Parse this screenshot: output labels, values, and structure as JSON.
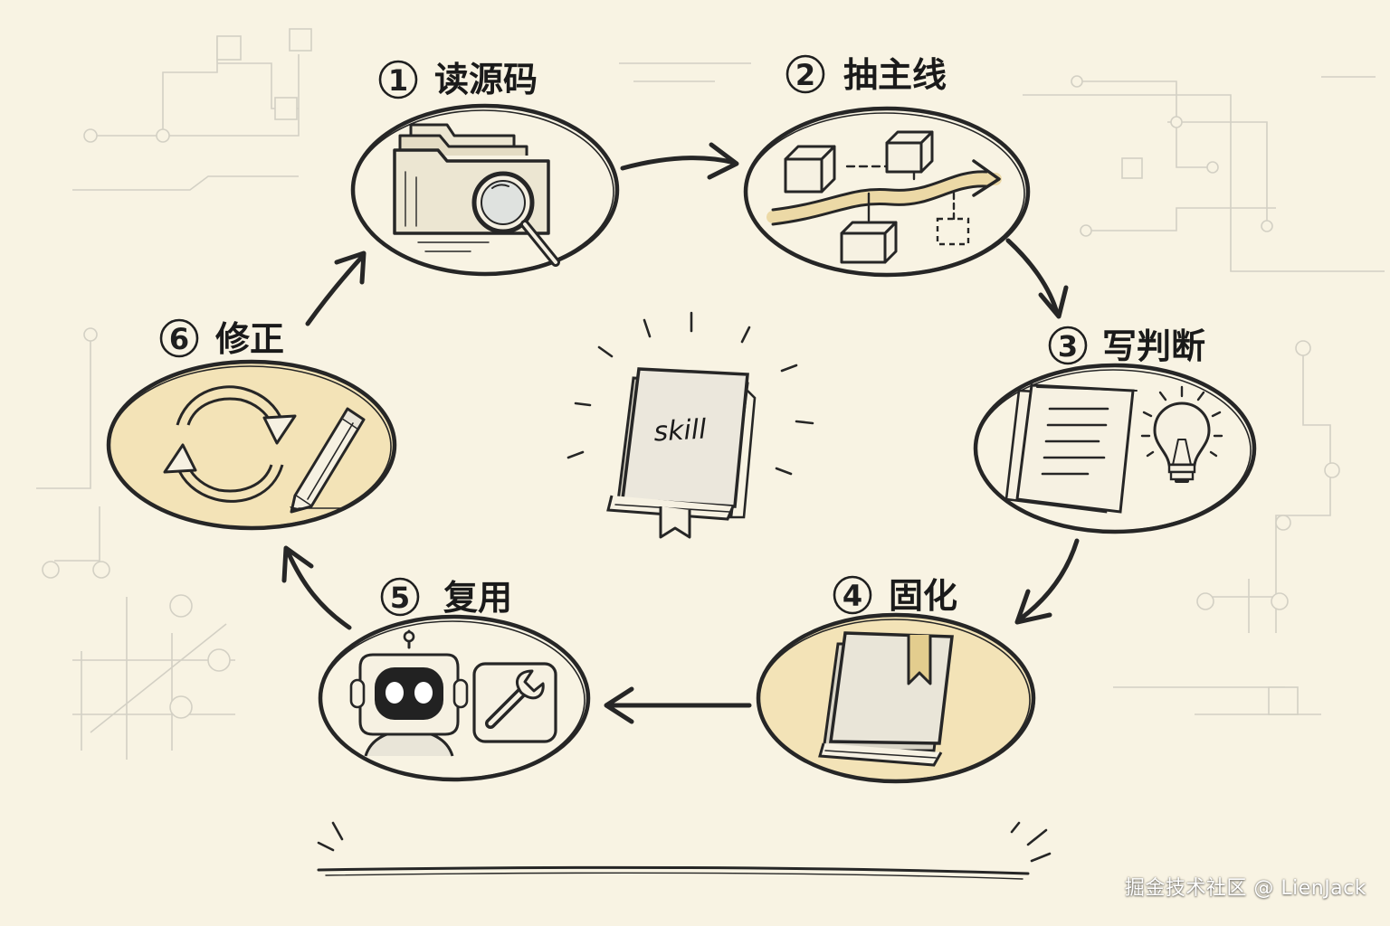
{
  "colors": {
    "background": "#f8f3e3",
    "ink": "#262626",
    "highlight": "#f2dea8",
    "faint_lines": "#d3d0c4"
  },
  "center": {
    "label": "skill",
    "icon": "book-icon"
  },
  "steps": [
    {
      "number": "1",
      "label": "读源码",
      "icon": "folder-search-icon"
    },
    {
      "number": "2",
      "label": "抽主线",
      "icon": "flow-extract-icon"
    },
    {
      "number": "3",
      "label": "写判断",
      "icon": "document-idea-icon"
    },
    {
      "number": "4",
      "label": "固化",
      "icon": "book-icon"
    },
    {
      "number": "5",
      "label": "复用",
      "icon": "robot-tool-icon"
    },
    {
      "number": "6",
      "label": "修正",
      "icon": "refresh-pencil-icon"
    }
  ],
  "watermark": "掘金技术社区 @ LienJack"
}
